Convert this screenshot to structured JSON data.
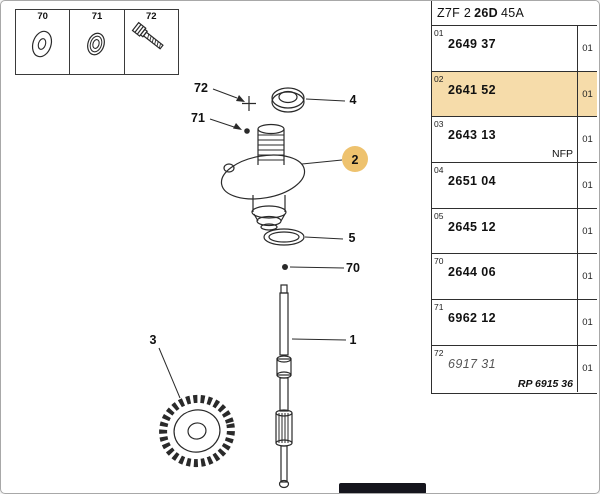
{
  "page": {
    "title_prefix": "Z7F 2",
    "title_bold": "26D",
    "title_suffix": "45A"
  },
  "legend": {
    "items": [
      {
        "num": "70",
        "icon": "washer-icon"
      },
      {
        "num": "71",
        "icon": "washer-icon"
      },
      {
        "num": "72",
        "icon": "bolt-icon"
      }
    ]
  },
  "diagram": {
    "highlight_color": "#eec26e",
    "callouts": {
      "c72": "72",
      "c71": "71",
      "c4": "4",
      "c2": "2",
      "c5": "5",
      "c70": "70",
      "c1": "1",
      "c3": "3"
    }
  },
  "table": {
    "rows": [
      {
        "index": "01",
        "part": "2649 37",
        "qty": "01"
      },
      {
        "index": "02",
        "part": "2641 52",
        "qty": "01",
        "highlight": true
      },
      {
        "index": "03",
        "part": "2643 13",
        "qty": "01",
        "note": "NFP"
      },
      {
        "index": "04",
        "part": "2651 04",
        "qty": "01"
      },
      {
        "index": "05",
        "part": "2645 12",
        "qty": "01"
      },
      {
        "index": "70",
        "part": "2644 06",
        "qty": "01"
      },
      {
        "index": "71",
        "part": "6962 12",
        "qty": "01"
      },
      {
        "index": "72",
        "part": "6917 31",
        "qty": "01",
        "part_style": "italic",
        "note": "RP 6915 36",
        "note_style": "bold-italic"
      }
    ]
  }
}
